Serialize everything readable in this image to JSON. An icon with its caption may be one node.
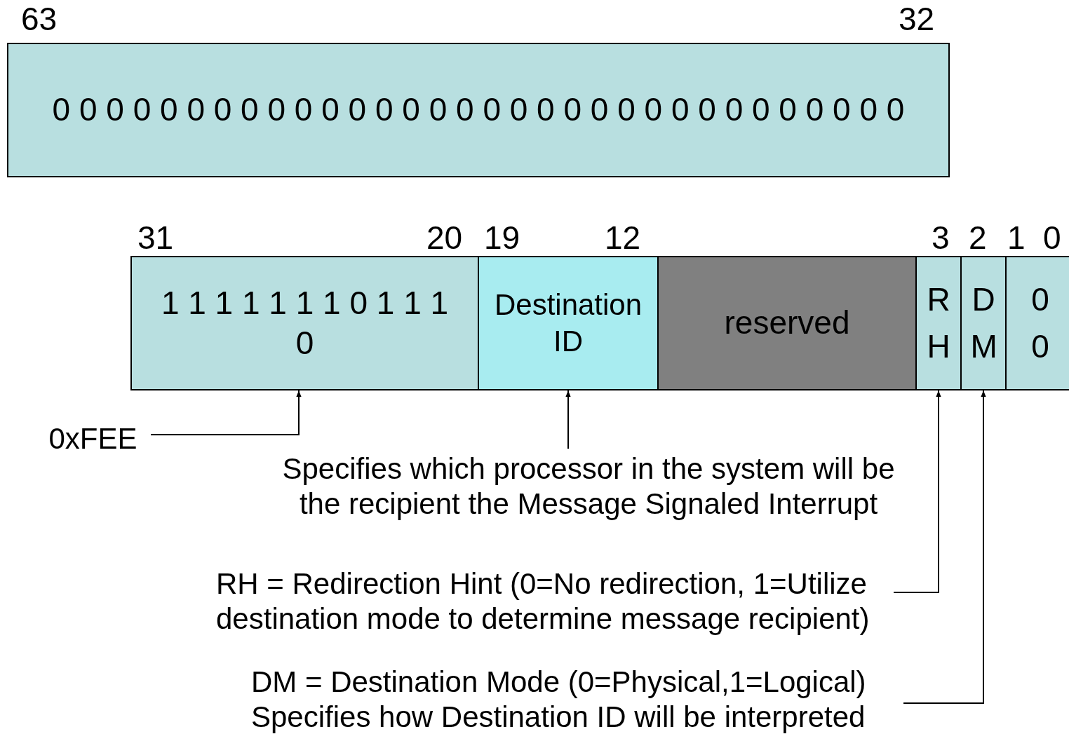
{
  "diagram": {
    "nodes": [
      {
        "text": [
          "0 0 0 0 0 0 0 0 0 0 0 0 0 0 0 0 0 0 0 0 0 0 0 0 0 0 0 0 0 0 0 0"
        ]
      },
      {
        "text": [
          "1 1 1 1 1 1 1 0 1 1 1 0"
        ]
      },
      {
        "text": [
          "Destination ID"
        ]
      },
      {
        "text": [
          "reserved"
        ]
      },
      {
        "text": [
          "RH"
        ]
      },
      {
        "text": [
          "DM"
        ]
      },
      {
        "text": [
          "0 0"
        ]
      },
      {
        "text": [
          "0xFEE"
        ]
      },
      {
        "text": [
          "Specifies which processor in the system will be the recipient the Message Signaled Interrupt"
        ]
      },
      {
        "text": [
          "RH = Redirection Hint (0=No redirection, 1=Utilize destination mode to determine message recipient)"
        ]
      },
      {
        "text": [
          "DM = Destination Mode (0=Physical,1=Logical) Specifies how Destination ID will be interpreted"
        ]
      }
    ],
    "edges": [
      {
        "from": 7,
        "to": 1,
        "arrow": "to"
      },
      {
        "from": 8,
        "to": 2,
        "arrow": "to"
      },
      {
        "from": 9,
        "to": 4,
        "arrow": "to"
      },
      {
        "from": 10,
        "to": 5,
        "arrow": "to"
      }
    ],
    "labels": [
      "63",
      "32",
      "31",
      "20",
      "19",
      "12",
      "3",
      "2",
      "1",
      "0"
    ]
  }
}
